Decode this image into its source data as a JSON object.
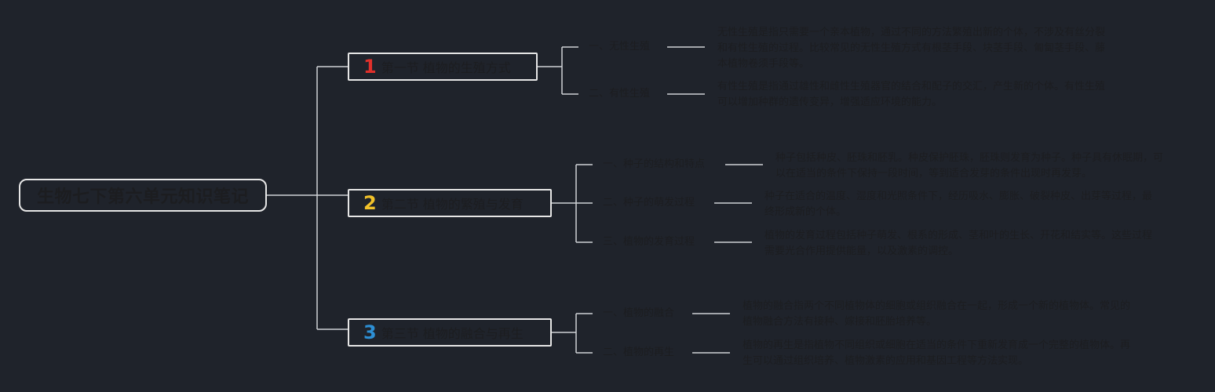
{
  "root": {
    "title": "生物七下第六单元知识笔记"
  },
  "colors": {
    "one": "#e0302b",
    "two": "#f2c22a",
    "three": "#2d8fd4"
  },
  "sections": [
    {
      "num": "1",
      "title": "第一节 植物的生殖方式",
      "items": [
        {
          "label": "一、无性生殖",
          "desc": "无性生殖是指只需要一个亲本植物，通过不同的方法繁殖出新的个体，不涉及有丝分裂和有性生殖的过程。比较常见的无性生殖方式有根茎手段、块茎手段、匍匐茎手段、藤本植物卷须手段等。"
        },
        {
          "label": "二、有性生殖",
          "desc": "有性生殖是指通过雄性和雌性生殖器官的结合和配子的交汇，产生新的个体。有性生殖可以增加种群的遗传变异，增强适应环境的能力。"
        }
      ]
    },
    {
      "num": "2",
      "title": "第二节 植物的繁殖与发育",
      "items": [
        {
          "label": "一、种子的结构和特点",
          "desc": "种子包括种皮、胚珠和胚乳。种皮保护胚珠，胚珠则发育为种子。种子具有休眠期，可以在适当的条件下保持一段时间，等到适合发芽的条件出现时再发芽。"
        },
        {
          "label": "二、种子的萌发过程",
          "desc": "种子在适合的温度、湿度和光照条件下，经历吸水、膨胀、破裂种皮、出芽等过程，最终形成新的个体。"
        },
        {
          "label": "三、植物的发育过程",
          "desc": "植物的发育过程包括种子萌发、根系的形成、茎和叶的生长、开花和结实等。这些过程需要光合作用提供能量，以及激素的调控。"
        }
      ]
    },
    {
      "num": "3",
      "title": "第三节 植物的融合与再生",
      "items": [
        {
          "label": "一、植物的融合",
          "desc": "植物的融合指两个不同植物体的细胞或组织融合在一起，形成一个新的植物体。常见的植物融合方法有接种、嫁接和胚胎培养等。"
        },
        {
          "label": "二、植物的再生",
          "desc": "植物的再生是指植物不同组织或细胞在适当的条件下重新发育成一个完整的植物体。再生可以通过组织培养、植物激素的应用和基因工程等方法实现。"
        }
      ]
    }
  ]
}
